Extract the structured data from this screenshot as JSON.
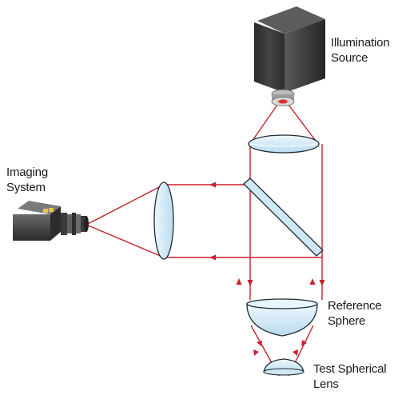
{
  "labels": {
    "illumination_source": {
      "line1": "Illumination",
      "line2": "Source"
    },
    "imaging_system": {
      "line1": "Imaging",
      "line2": "System"
    },
    "reference_sphere": {
      "line1": "Reference",
      "line2": "Sphere"
    },
    "test_spherical_lens": {
      "line1": "Test Spherical",
      "line2": "Lens"
    }
  },
  "colors": {
    "beam": "#c8202c",
    "lens_fill": "#d9eef8",
    "lens_stroke": "#1e2a36",
    "housing": "#3a3a3a"
  },
  "icons": [
    "illumination-source-icon",
    "camera-icon",
    "beamsplitter-icon",
    "collimating-lens-icon",
    "imaging-lens-icon",
    "reference-sphere-icon",
    "test-lens-icon"
  ]
}
